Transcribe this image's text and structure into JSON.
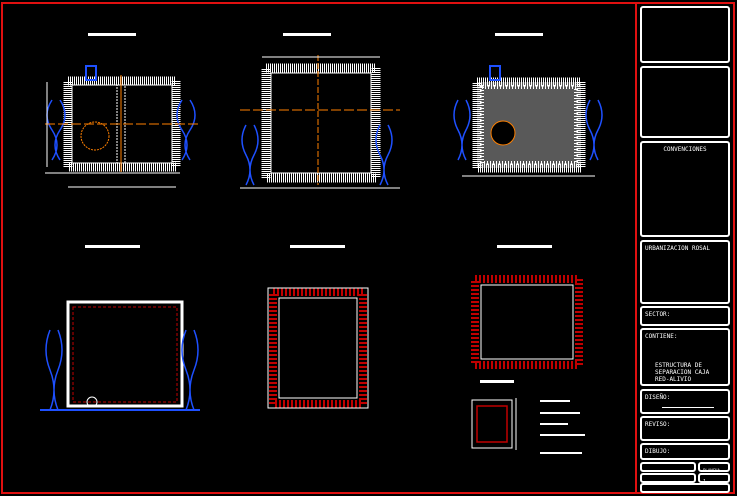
{
  "title_block": {
    "conventions": "CONVENCIONES",
    "project": "URBANIZACION ROSAL",
    "sector_label": "SECTOR:",
    "contains_label": "CONTIENE:",
    "contains_text": "ESTRUCTURA DE SEPARACION CAJA RED-ALIVIO",
    "design_label": "DISEÑO:",
    "review_label": "REVISO:",
    "drawing_label": "DIBUJO:",
    "plate_label": "PLANCHA",
    "plate_value": "1"
  },
  "colors": {
    "border": "#e01010",
    "concrete": "#ffffff",
    "pipe": "#1e50ff",
    "axis": "#ff8000",
    "rebar": "#c00000"
  }
}
